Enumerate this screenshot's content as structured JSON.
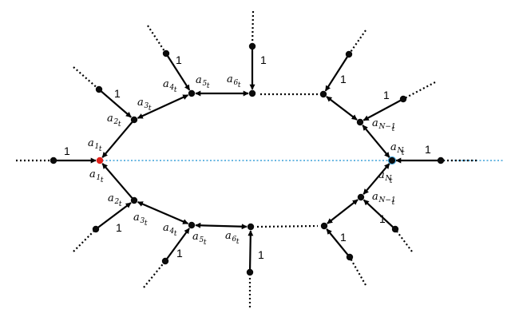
{
  "diagram": {
    "edge_weight_label": "1",
    "a_symbol": "a",
    "t_subscript": "t",
    "index_labels": [
      "1",
      "2",
      "3",
      "4",
      "5",
      "6",
      "N−1",
      "N"
    ],
    "highlight_node_color": "#e0211b",
    "node_color": "#0b0b0b",
    "axis_color": "#3aa0d8"
  }
}
